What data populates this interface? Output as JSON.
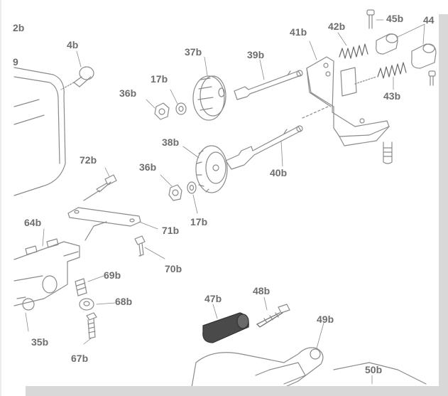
{
  "labels": {
    "l_2b": "2b",
    "l_4b": "4b",
    "l_9": "9",
    "l_36b_a": "36b",
    "l_17b_a": "17b",
    "l_37b": "37b",
    "l_39b": "39b",
    "l_41b": "41b",
    "l_42b": "42b",
    "l_45b": "45b",
    "l_44": "44",
    "l_43b": "43b",
    "l_38b": "38b",
    "l_40b": "40b",
    "l_36b_b": "36b",
    "l_17b_b": "17b",
    "l_72b": "72b",
    "l_64b": "64b",
    "l_71b": "71b",
    "l_70b": "70b",
    "l_69b": "69b",
    "l_68b": "68b",
    "l_67b": "67b",
    "l_35b": "35b",
    "l_47b": "47b",
    "l_48b": "48b",
    "l_49b": "49b",
    "l_50b": "50b"
  },
  "colors": {
    "ink": "#8a8a8a",
    "label": "#6d6d6d",
    "dark_part": "#4a4a4a",
    "edge": "#d8d8d8"
  }
}
